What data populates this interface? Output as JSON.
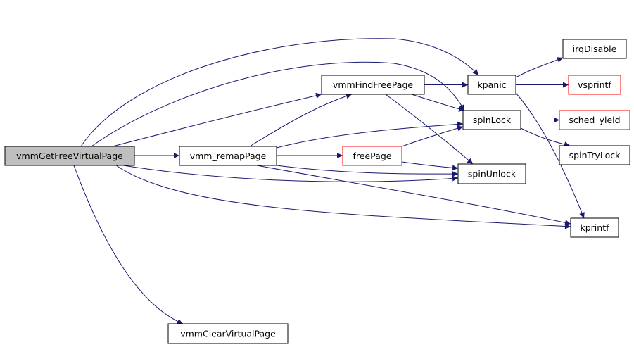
{
  "colors": {
    "edge": "#191970",
    "root_fill": "#bfbfbf",
    "node_border": "#000000",
    "truncated_border": "#ff0000",
    "node_fill": "#ffffff"
  },
  "nodes": {
    "vmmGetFreeVirtualPage": "vmmGetFreeVirtualPage",
    "vmm_remapPage": "vmm_remapPage",
    "vmmFindFreePage": "vmmFindFreePage",
    "freePage": "freePage",
    "kpanic": "kpanic",
    "spinLock": "spinLock",
    "spinUnlock": "spinUnlock",
    "irqDisable": "irqDisable",
    "vsprintf": "vsprintf",
    "sched_yield": "sched_yield",
    "spinTryLock": "spinTryLock",
    "kprintf": "kprintf",
    "vmmClearVirtualPage": "vmmClearVirtualPage"
  },
  "node_style": {
    "vmmGetFreeVirtualPage": "root",
    "vsprintf": "truncated",
    "sched_yield": "truncated",
    "freePage": "truncated"
  },
  "edges": [
    [
      "vmmGetFreeVirtualPage",
      "vmm_remapPage"
    ],
    [
      "vmmGetFreeVirtualPage",
      "vmmFindFreePage"
    ],
    [
      "vmmGetFreeVirtualPage",
      "kpanic"
    ],
    [
      "vmmGetFreeVirtualPage",
      "spinLock"
    ],
    [
      "vmmGetFreeVirtualPage",
      "spinUnlock"
    ],
    [
      "vmmGetFreeVirtualPage",
      "kprintf"
    ],
    [
      "vmmGetFreeVirtualPage",
      "vmmClearVirtualPage"
    ],
    [
      "vmm_remapPage",
      "vmmFindFreePage"
    ],
    [
      "vmm_remapPage",
      "freePage"
    ],
    [
      "vmm_remapPage",
      "spinLock"
    ],
    [
      "vmm_remapPage",
      "spinUnlock"
    ],
    [
      "vmm_remapPage",
      "kprintf"
    ],
    [
      "vmmFindFreePage",
      "kpanic"
    ],
    [
      "vmmFindFreePage",
      "spinLock"
    ],
    [
      "vmmFindFreePage",
      "spinUnlock"
    ],
    [
      "freePage",
      "spinLock"
    ],
    [
      "freePage",
      "spinUnlock"
    ],
    [
      "kpanic",
      "irqDisable"
    ],
    [
      "kpanic",
      "vsprintf"
    ],
    [
      "kpanic",
      "kprintf"
    ],
    [
      "spinLock",
      "sched_yield"
    ],
    [
      "spinLock",
      "spinTryLock"
    ]
  ]
}
